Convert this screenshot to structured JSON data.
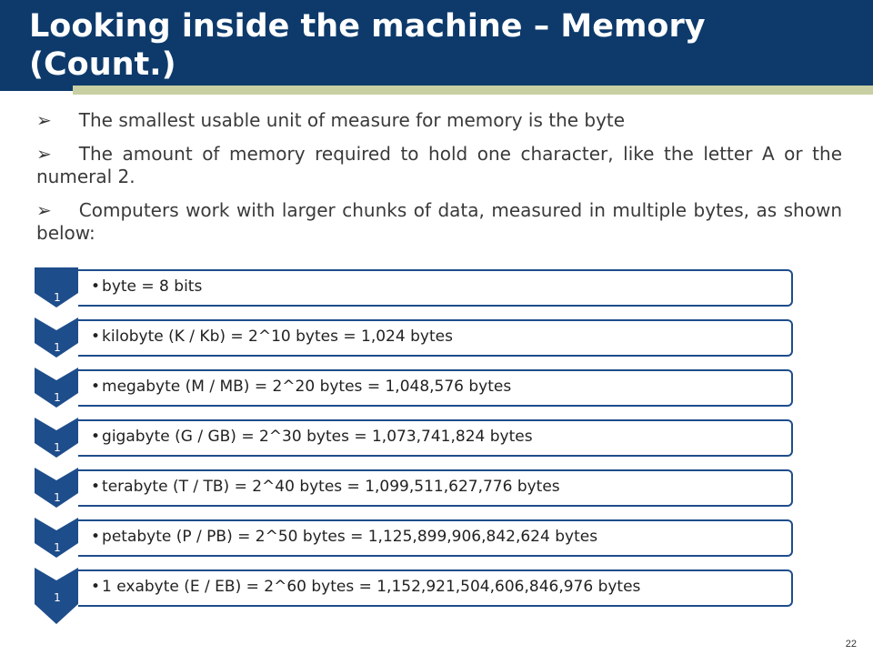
{
  "title": "Looking inside the machine – Memory (Count.)",
  "bullets": [
    {
      "marker": "➢",
      "text": "The smallest usable unit of measure for memory is the  byte"
    },
    {
      "marker": "➢",
      "text": "The amount of memory required to hold one character, like the letter A or the numeral 2."
    },
    {
      "marker": "➢",
      "text": "Computers work with larger chunks of data, measured in multiple bytes, as shown below:"
    }
  ],
  "units": [
    {
      "number": "1",
      "text": "byte = 8 bits"
    },
    {
      "number": "1",
      "text": "kilobyte (K / Kb) = 2^10 bytes = 1,024 bytes"
    },
    {
      "number": "1",
      "text": "megabyte (M / MB) = 2^20 bytes = 1,048,576 bytes"
    },
    {
      "number": "1",
      "text": "gigabyte (G / GB) = 2^30 bytes = 1,073,741,824 bytes"
    },
    {
      "number": "1",
      "text": "terabyte (T / TB) = 2^40 bytes = 1,099,511,627,776 bytes"
    },
    {
      "number": "1",
      "text": "petabyte (P / PB) = 2^50 bytes = 1,125,899,906,842,624 bytes"
    },
    {
      "number": "1",
      "text": "1 exabyte (E / EB) = 2^60 bytes = 1,152,921,504,606,846,976 bytes"
    }
  ],
  "page_number": "22",
  "colors": {
    "header": "#0d3a6b",
    "accent_stripe": "#c8cfa2",
    "chevron": "#1e4d8b"
  }
}
